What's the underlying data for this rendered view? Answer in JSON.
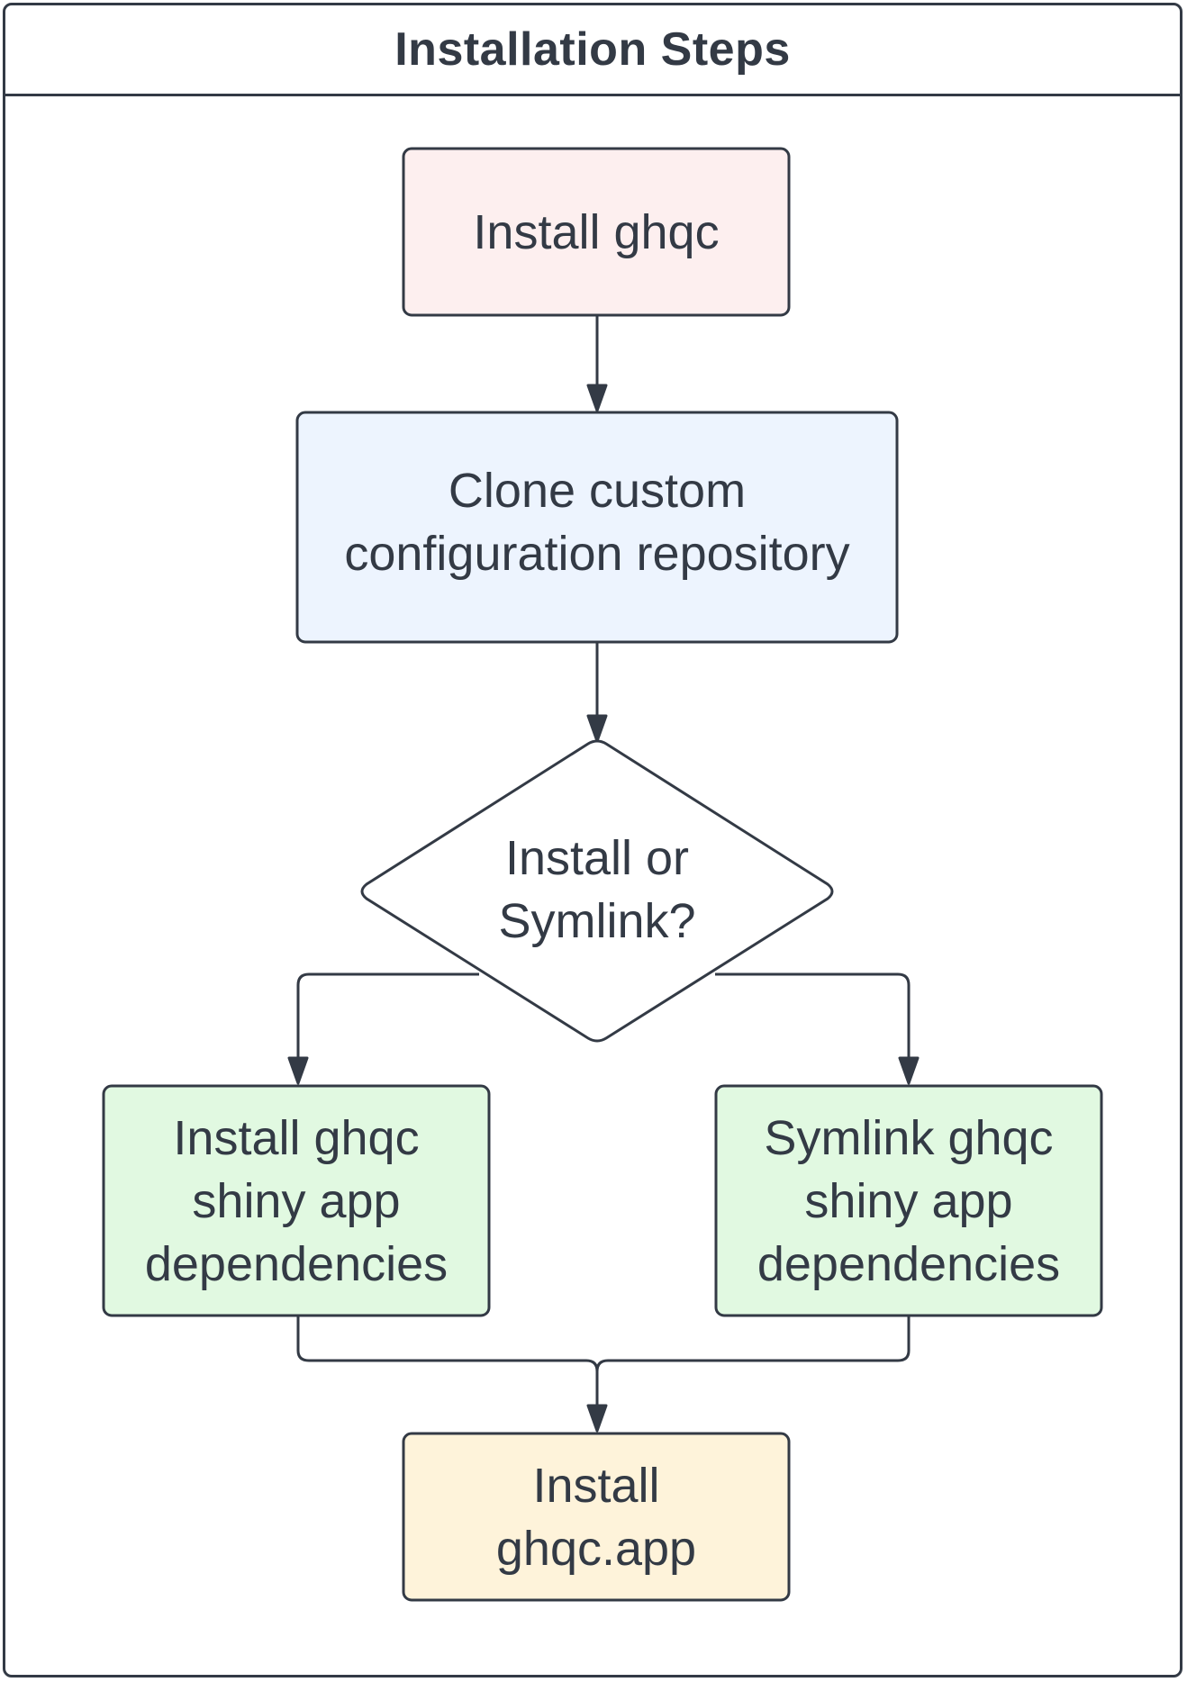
{
  "title": "Installation Steps",
  "colors": {
    "stroke": "#333a45",
    "text": "#333a45",
    "install_ghqc_fill": "#fdefef",
    "clone_fill": "#edf4fe",
    "decision_fill": "#ffffff",
    "deps_fill": "#e1f9e1",
    "install_app_fill": "#fef3da"
  },
  "nodes": {
    "install_ghqc": "Install ghqc",
    "clone_repo": "Clone custom\nconfiguration repository",
    "decision": "Install or\nSymlink?",
    "install_deps": "Install ghqc\nshiny app\ndependencies",
    "symlink_deps": "Symlink ghqc\nshiny app\ndependencies",
    "install_app": "Install\nghqc.app"
  }
}
